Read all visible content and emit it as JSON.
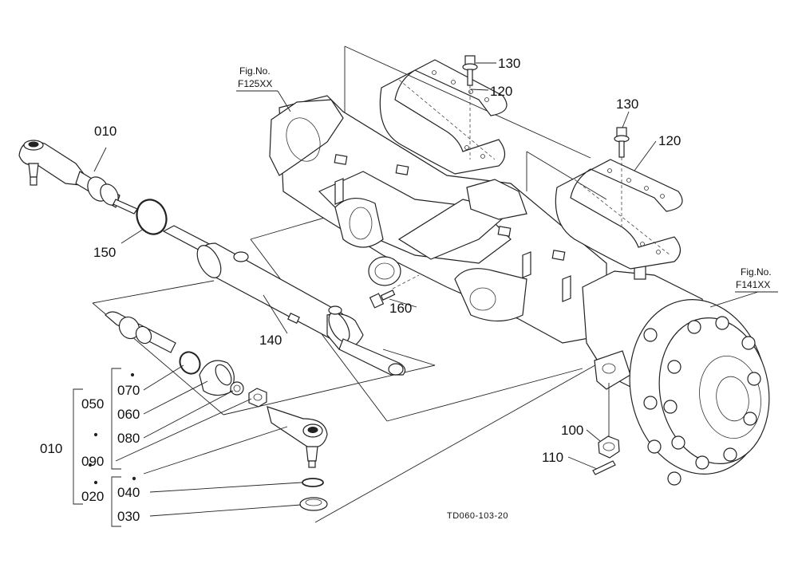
{
  "figure_refs": [
    {
      "line1": "Fig.No.",
      "line2": "F125XX"
    },
    {
      "line1": "Fig.No.",
      "line2": "F141XX"
    }
  ],
  "callouts": {
    "p010_top": "010",
    "p010_group": "010",
    "p020": "020",
    "p030": "030",
    "p040": "040",
    "p050": "050",
    "p060": "060",
    "p070": "070",
    "p080": "080",
    "p090": "090",
    "p100": "100",
    "p110": "110",
    "p120_a": "120",
    "p120_b": "120",
    "p130_a": "130",
    "p130_b": "130",
    "p140": "140",
    "p150": "150",
    "p160": "160"
  },
  "drawing_code": "TD060-103-20"
}
